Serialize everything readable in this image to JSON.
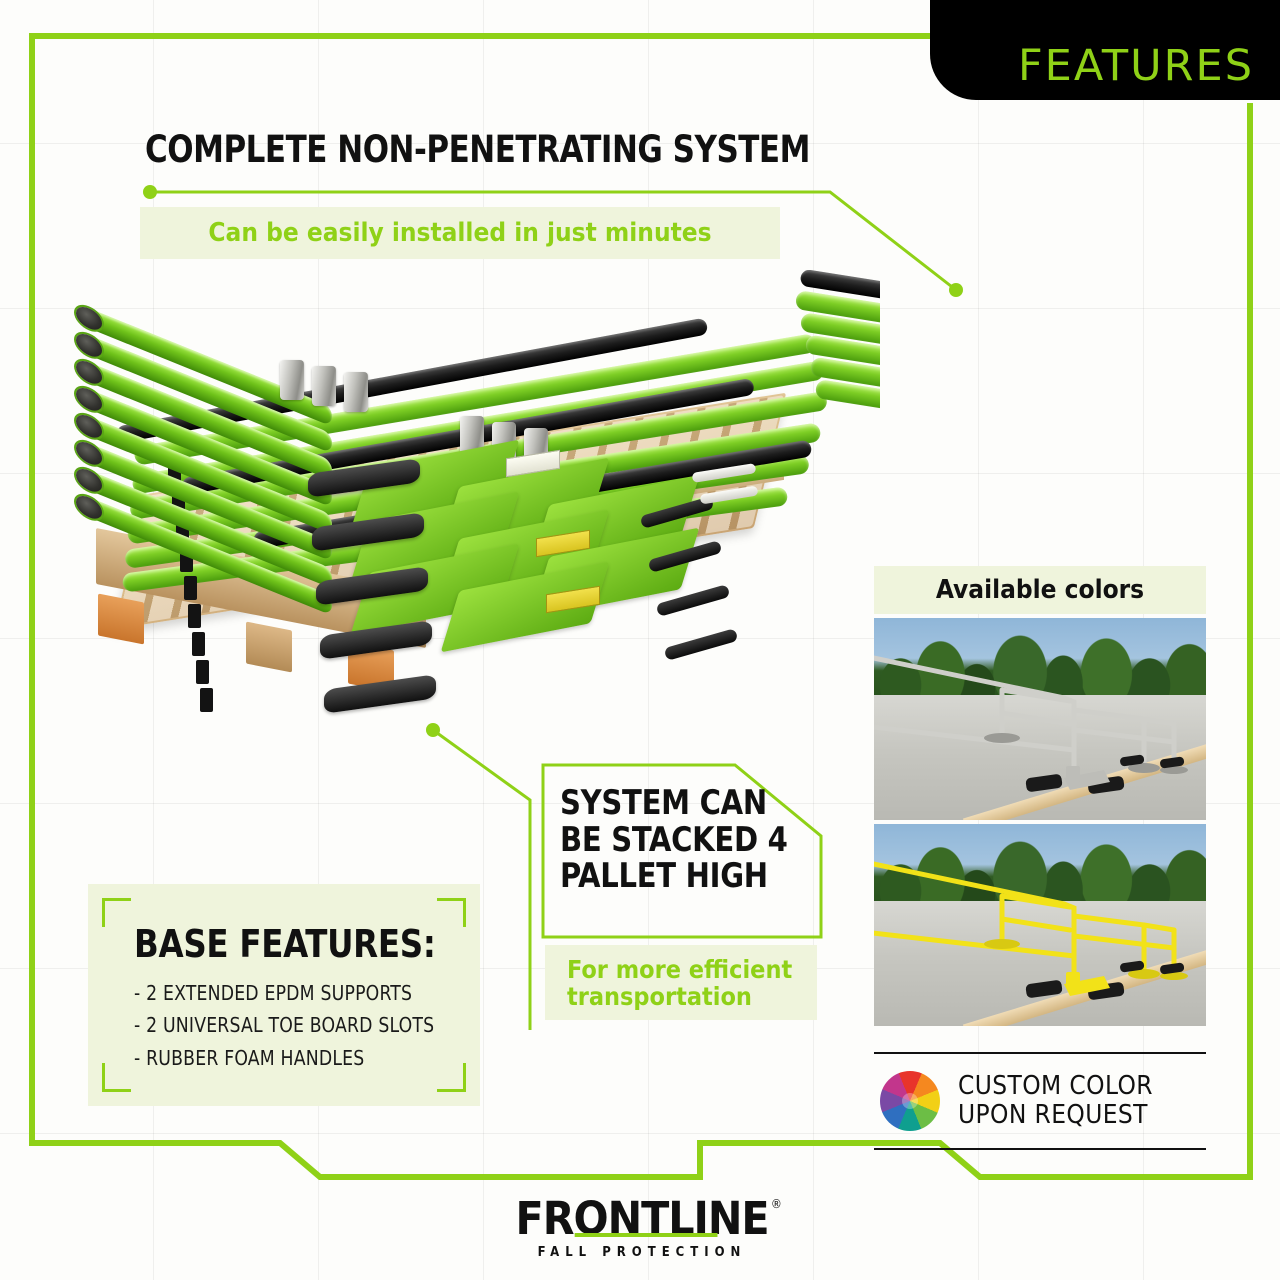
{
  "banner": {
    "label": "FEATURES"
  },
  "headline": {
    "title": "COMPLETE NON-PENETRATING SYSTEM",
    "subtitle": "Can be easily installed in just minutes"
  },
  "stack_callout": {
    "line1": "SYSTEM CAN",
    "line2": "BE STACKED 4",
    "line3": "PALLET HIGH",
    "sub_line1": "For more efficient",
    "sub_line2": "transportation"
  },
  "base_features": {
    "title": "BASE FEATURES:",
    "items": [
      "- 2 EXTENDED EPDM SUPPORTS",
      "- 2 UNIVERSAL TOE BOARD SLOTS",
      "- RUBBER FOAM HANDLES"
    ]
  },
  "colors_panel": {
    "title": "Available colors",
    "photos": [
      {
        "name": "galvanized-guardrail-photo",
        "rail_color": "#c8c8c4"
      },
      {
        "name": "yellow-guardrail-photo",
        "rail_color": "#f2e218"
      }
    ]
  },
  "custom_color": {
    "line1": "CUSTOM COLOR",
    "line2": "UPON REQUEST"
  },
  "footer": {
    "brand": "FRONTLINE",
    "registered": "®",
    "tagline": "FALL PROTECTION"
  },
  "theme": {
    "green": "#8fd117",
    "pale_green": "#eff4dc",
    "black": "#000000",
    "product_green": "#7ccd24"
  }
}
